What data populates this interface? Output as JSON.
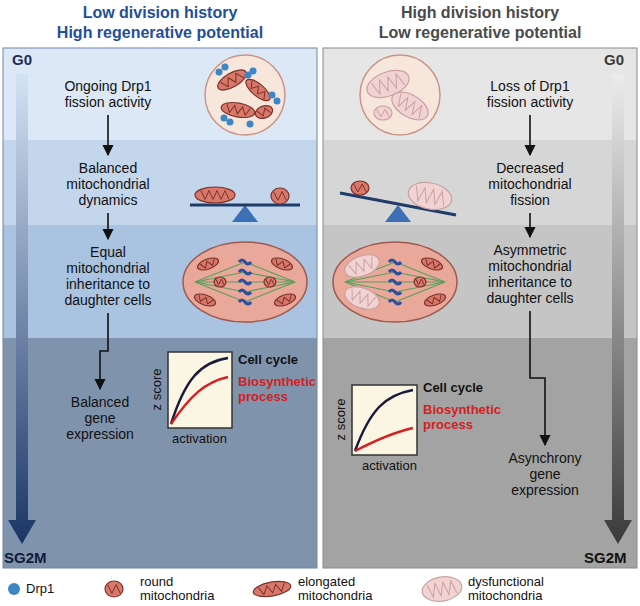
{
  "diagram": {
    "nodes": [
      {
        "text": [
          "Low division history",
          "High regenerative potential"
        ]
      },
      {
        "text": [
          "Ongoing Drp1 fission activity"
        ],
        "in": 0
      },
      {
        "text": [
          "Balanced mitochondrial dynamics"
        ],
        "in": 0
      },
      {
        "text": [
          "Equal mitochondrial inheritance to daughter cells"
        ],
        "in": 0
      },
      {
        "text": [
          "Balanced gene expression"
        ],
        "in": 0
      },
      {
        "text": [
          "High division history",
          "Low regenerative potential"
        ]
      },
      {
        "text": [
          "Loss of Drp1 fission activity"
        ],
        "in": 5
      },
      {
        "text": [
          "Decreased mitochondrial fission"
        ],
        "in": 5
      },
      {
        "text": [
          "Asymmetric mitochondrial inheritance to daughter cells"
        ],
        "in": 5
      },
      {
        "text": [
          "Asynchrony gene expression"
        ],
        "in": 5
      }
    ],
    "edges": [
      {
        "from": 1,
        "to": 2,
        "arrow": "to"
      },
      {
        "from": 2,
        "to": 3,
        "arrow": "to"
      },
      {
        "from": 3,
        "to": 4,
        "arrow": "to"
      },
      {
        "from": 6,
        "to": 7,
        "arrow": "to"
      },
      {
        "from": 7,
        "to": 8,
        "arrow": "to"
      },
      {
        "from": 8,
        "to": 9,
        "arrow": "to"
      }
    ],
    "labels": [
      "G0",
      "SG2M",
      "Cell cycle",
      "Biosynthetic process",
      "z score",
      "activation",
      "G0",
      "SG2M",
      "Cell cycle",
      "Biosynthetic process",
      "z score",
      "activation"
    ],
    "legend": [
      {
        "text": "Drp1",
        "color": "#3d86c6"
      },
      {
        "text": "round mitochondria"
      },
      {
        "text": "elongated mitochondria"
      },
      {
        "text": "dysfunctional mitochondria"
      }
    ]
  }
}
